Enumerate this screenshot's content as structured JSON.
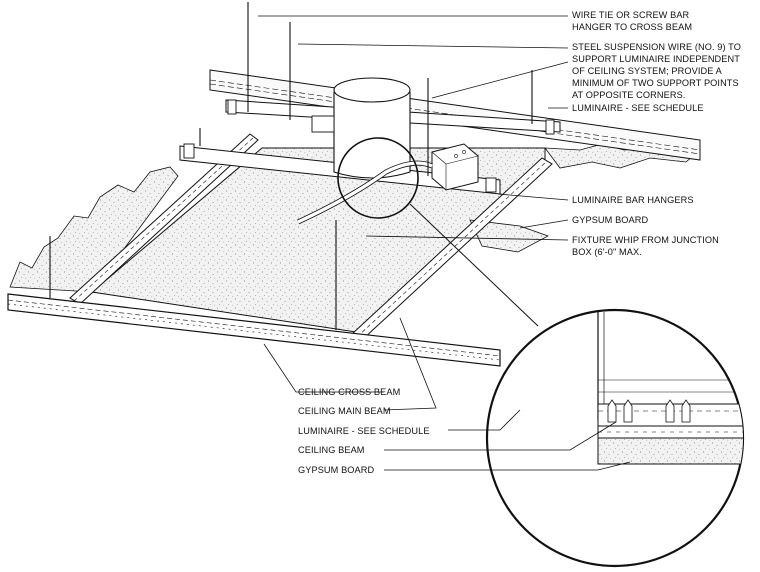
{
  "labels": {
    "wire_tie": [
      "WIRE TIE OR SCREW BAR",
      "HANGER TO CROSS BEAM"
    ],
    "suspension_wire": [
      "STEEL SUSPENSION WIRE (NO. 9) TO",
      "SUPPORT LUMINAIRE INDEPENDENT",
      "OF CEILING SYSTEM; PROVIDE A",
      "MINIMUM OF TWO SUPPORT POINTS",
      "AT OPPOSITE CORNERS."
    ],
    "luminaire_top": "LUMINAIRE - SEE SCHEDULE",
    "bar_hangers": "LUMINAIRE BAR HANGERS",
    "gypsum_top": "GYPSUM BOARD",
    "fixture_whip": [
      "FIXTURE WHIP FROM JUNCTION",
      "BOX (6'-0\" MAX."
    ],
    "cross_beam": "CEILING CROSS BEAM",
    "main_beam": "CEILING MAIN BEAM",
    "luminaire_detail": "LUMINAIRE - SEE SCHEDULE",
    "ceiling_beam": "CEILING BEAM",
    "gypsum_detail": "GYPSUM BOARD"
  }
}
